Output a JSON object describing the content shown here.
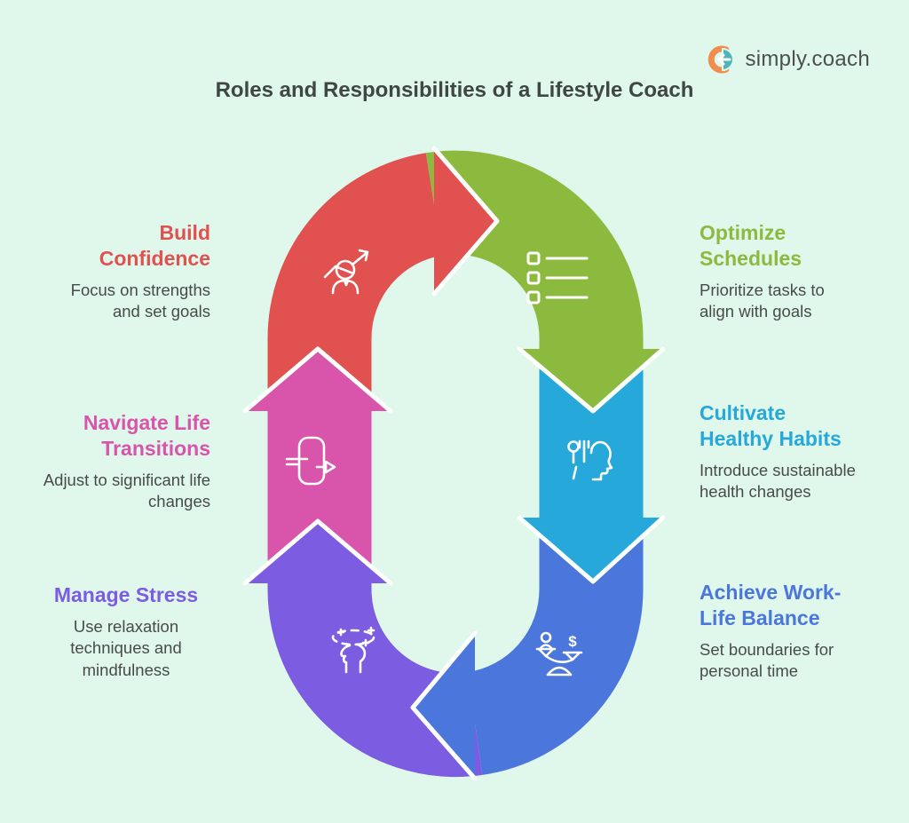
{
  "page": {
    "background_color": "#e0f7eb"
  },
  "logo": {
    "text": "simply.coach",
    "icon": "simply-coach-logo-icon",
    "icon_colors": {
      "orange": "#ef8e4e",
      "teal": "#4fb3bc"
    }
  },
  "title": "Roles and Responsibilities of a Lifestyle Coach",
  "diagram": {
    "type": "cycle",
    "direction": "clockwise",
    "balance_dollar_symbol": "$",
    "segments": [
      {
        "id": "build-confidence",
        "heading": "Build Confidence",
        "description": "Focus on strengths and set goals",
        "color": "#e05150",
        "icon": "person-growth-arrow-icon",
        "position": "top-left"
      },
      {
        "id": "optimize-schedules",
        "heading": "Optimize Schedules",
        "description": "Prioritize tasks to align with goals",
        "color": "#8cba3f",
        "icon": "checklist-icon",
        "position": "top-right"
      },
      {
        "id": "cultivate-healthy-habits",
        "heading": "Cultivate Healthy Habits",
        "description": "Introduce sustainable health changes",
        "color": "#27a8da",
        "icon": "nutrition-head-icon",
        "position": "right"
      },
      {
        "id": "achieve-work-life-balance",
        "heading": "Achieve Work-Life Balance",
        "description": "Set boundaries for personal time",
        "color": "#4b76dc",
        "icon": "balance-scale-icon",
        "position": "bottom-right"
      },
      {
        "id": "manage-stress",
        "heading": "Manage Stress",
        "description": "Use relaxation techniques and mindfulness",
        "color": "#7c5ce1",
        "icon": "mindfulness-head-icon",
        "position": "bottom-left"
      },
      {
        "id": "navigate-life-transitions",
        "heading": "Navigate Life Transitions",
        "description": "Adjust to significant life changes",
        "color": "#d954ab",
        "icon": "transition-door-icon",
        "position": "left"
      }
    ]
  }
}
